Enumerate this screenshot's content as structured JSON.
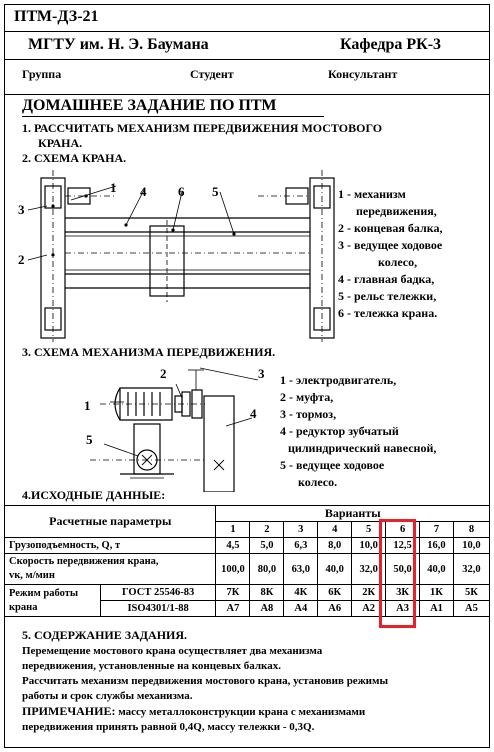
{
  "header": {
    "code": "ПТМ-ДЗ-21",
    "university": "МГТУ им. Н. Э. Баумана",
    "department": "Кафедра РК-3",
    "group_label": "Группа",
    "student_label": "Студент",
    "consultant_label": "Консультант"
  },
  "title": "ДОМАШНЕЕ ЗАДАНИЕ ПО ПТМ",
  "task1_line1": "1. РАССЧИТАТЬ МЕХАНИЗМ ПЕРЕДВИЖЕНИЯ МОСТОВОГО",
  "task1_line2": "КРАНА.",
  "task2": "2. СХЕМА КРАНА.",
  "crane_callouts": [
    "1",
    "2",
    "3",
    "4",
    "5",
    "6"
  ],
  "crane_legend": [
    "1 - механизм",
    "передвижения,",
    "2 - концевая балка,",
    "3 - ведущее ходовое",
    "колесо,",
    "4 - главная бадка,",
    "5 - рельс тележки,",
    "6 - тележка крана."
  ],
  "task3": "3. СХЕМА МЕХАНИЗМА ПЕРЕДВИЖЕНИЯ.",
  "mech_callouts": [
    "1",
    "2",
    "3",
    "4",
    "5"
  ],
  "mech_legend": [
    "1 - электродвигатель,",
    "2 - муфта,",
    "3 - тормоз,",
    "4 - редуктор зубчатый",
    "цилиндрический навесной,",
    "5 - ведущее ходовое",
    "колесо."
  ],
  "task4": "4.ИСХОДНЫЕ ДАННЫЕ:",
  "table": {
    "param_header": "Расчетные параметры",
    "variants_header": "Варианты",
    "variants": [
      "1",
      "2",
      "3",
      "4",
      "5",
      "6",
      "7",
      "8"
    ],
    "load_label": "Грузоподъемность, Q, т",
    "load_values": [
      "4,5",
      "5,0",
      "6,3",
      "8,0",
      "10,0",
      "12,5",
      "16,0",
      "10,0"
    ],
    "speed_label1": "Скорость передвижения крана,",
    "speed_label2": "vк, м/мин",
    "speed_values": [
      "100,0",
      "80,0",
      "63,0",
      "40,0",
      "32,0",
      "50,0",
      "40,0",
      "32,0"
    ],
    "mode_label1": "Режим работы",
    "mode_label2": "крана",
    "gost_label": "ГОСТ 25546-83",
    "gost_values": [
      "7К",
      "8К",
      "4К",
      "6К",
      "2К",
      "3К",
      "1К",
      "5К"
    ],
    "iso_label": "ISO4301/1-88",
    "iso_values": [
      "А7",
      "А8",
      "А4",
      "А6",
      "А2",
      "А3",
      "А1",
      "А5"
    ],
    "highlight_color": "#e8202a"
  },
  "section5": {
    "heading": "5. СОДЕРЖАНИЕ ЗАДАНИЯ.",
    "lines": [
      "Перемещение мостового крана осуществляет два механизма",
      "передвижения, установленные на концевых балках.",
      "Рассчитать механизм передвижения мостового крана, установив режимы",
      "работы и срок службы механизма."
    ],
    "note_label": "ПРИМЕЧАНИЕ:",
    "note_line1": "массу металлоконструкции крана с механизмами",
    "note_line2": "передвижения принять равной 0,4Q, массу тележки - 0,3Q."
  }
}
